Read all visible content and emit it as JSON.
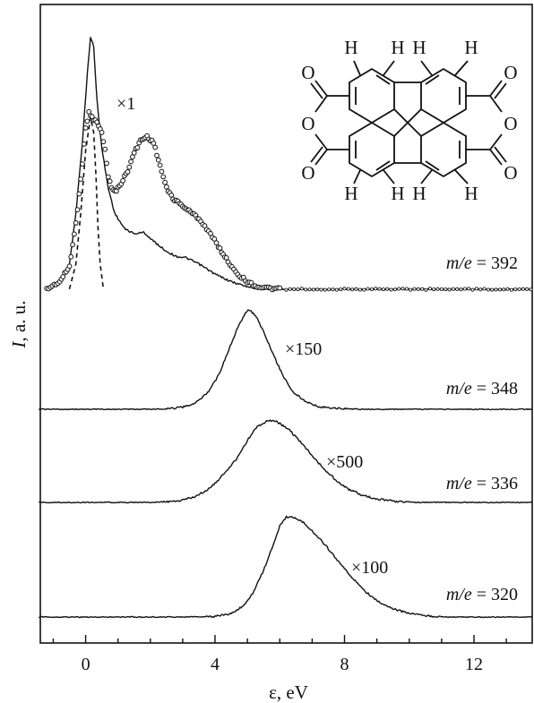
{
  "chart_data": {
    "type": "line",
    "xlabel": "ε, eV",
    "ylabel_var": "I",
    "ylabel_rest": ", a. u.",
    "xlim": [
      -1.4,
      13.8
    ],
    "xticks": [
      0,
      4,
      8,
      12
    ],
    "xtick_labels": [
      "0",
      "4",
      "8",
      "12"
    ],
    "series": [
      {
        "name": "m/e = 392",
        "label_var": "m/e",
        "label_rest": " = 392",
        "multiplier": "×1",
        "style": "solid",
        "points": [
          [
            -1.2,
            0.0
          ],
          [
            -0.8,
            0.03
          ],
          [
            -0.5,
            0.1
          ],
          [
            -0.3,
            0.3
          ],
          [
            -0.1,
            0.58
          ],
          [
            0.05,
            0.85
          ],
          [
            0.15,
            1.0
          ],
          [
            0.25,
            0.96
          ],
          [
            0.35,
            0.75
          ],
          [
            0.5,
            0.56
          ],
          [
            0.7,
            0.4
          ],
          [
            0.9,
            0.3
          ],
          [
            1.2,
            0.24
          ],
          [
            1.5,
            0.22
          ],
          [
            1.8,
            0.225
          ],
          [
            2.1,
            0.19
          ],
          [
            2.5,
            0.15
          ],
          [
            2.8,
            0.13
          ],
          [
            3.1,
            0.125
          ],
          [
            3.5,
            0.1
          ],
          [
            4.0,
            0.06
          ],
          [
            4.5,
            0.03
          ],
          [
            5.0,
            0.01
          ],
          [
            5.5,
            0.0
          ],
          [
            13.8,
            0.0
          ]
        ]
      },
      {
        "name": "m/e = 392 (points)",
        "style": "markers",
        "points": [
          [
            -1.2,
            0.0
          ],
          [
            -0.8,
            0.03
          ],
          [
            -0.5,
            0.09
          ],
          [
            -0.3,
            0.26
          ],
          [
            -0.1,
            0.5
          ],
          [
            0.0,
            0.64
          ],
          [
            0.1,
            0.7
          ],
          [
            0.2,
            0.68
          ],
          [
            0.35,
            0.66
          ],
          [
            0.5,
            0.62
          ],
          [
            0.6,
            0.55
          ],
          [
            0.7,
            0.45
          ],
          [
            0.8,
            0.4
          ],
          [
            0.95,
            0.39
          ],
          [
            1.1,
            0.42
          ],
          [
            1.3,
            0.47
          ],
          [
            1.5,
            0.54
          ],
          [
            1.7,
            0.59
          ],
          [
            1.9,
            0.605
          ],
          [
            2.1,
            0.58
          ],
          [
            2.3,
            0.49
          ],
          [
            2.5,
            0.4
          ],
          [
            2.7,
            0.36
          ],
          [
            2.9,
            0.34
          ],
          [
            3.1,
            0.32
          ],
          [
            3.3,
            0.3
          ],
          [
            3.5,
            0.28
          ],
          [
            3.8,
            0.23
          ],
          [
            4.1,
            0.17
          ],
          [
            4.4,
            0.11
          ],
          [
            4.7,
            0.06
          ],
          [
            5.0,
            0.03
          ],
          [
            5.3,
            0.01
          ],
          [
            5.6,
            0.005
          ],
          [
            6.0,
            0.0
          ],
          [
            13.8,
            0.0
          ]
        ]
      },
      {
        "name": "m/e = 392 (dashed)",
        "style": "dashed",
        "points": [
          [
            -0.5,
            0.0
          ],
          [
            -0.3,
            0.1
          ],
          [
            -0.15,
            0.3
          ],
          [
            0.0,
            0.55
          ],
          [
            0.15,
            0.68
          ],
          [
            0.25,
            0.62
          ],
          [
            0.32,
            0.45
          ],
          [
            0.38,
            0.25
          ],
          [
            0.45,
            0.1
          ],
          [
            0.55,
            0.0
          ]
        ]
      },
      {
        "name": "m/e = 348",
        "label_var": "m/e",
        "label_rest": " = 348",
        "multiplier": "×150",
        "style": "solid",
        "points": [
          [
            -1.45,
            0.0
          ],
          [
            2.0,
            0.0
          ],
          [
            2.5,
            0.004
          ],
          [
            3.0,
            0.02
          ],
          [
            3.4,
            0.06
          ],
          [
            3.8,
            0.17
          ],
          [
            4.1,
            0.32
          ],
          [
            4.4,
            0.55
          ],
          [
            4.7,
            0.78
          ],
          [
            4.9,
            0.9
          ],
          [
            5.05,
            0.95
          ],
          [
            5.25,
            0.9
          ],
          [
            5.5,
            0.74
          ],
          [
            5.8,
            0.52
          ],
          [
            6.1,
            0.32
          ],
          [
            6.4,
            0.17
          ],
          [
            6.8,
            0.07
          ],
          [
            7.2,
            0.025
          ],
          [
            7.6,
            0.01
          ],
          [
            8.5,
            0.0
          ],
          [
            13.8,
            0.0
          ]
        ]
      },
      {
        "name": "m/e = 336",
        "label_var": "m/e",
        "label_rest": " = 336",
        "multiplier": "×500",
        "style": "solid",
        "points": [
          [
            -1.45,
            0.0
          ],
          [
            2.0,
            0.0
          ],
          [
            2.8,
            0.008
          ],
          [
            3.4,
            0.05
          ],
          [
            3.9,
            0.14
          ],
          [
            4.3,
            0.26
          ],
          [
            4.7,
            0.4
          ],
          [
            5.0,
            0.55
          ],
          [
            5.3,
            0.67
          ],
          [
            5.6,
            0.72
          ],
          [
            5.8,
            0.73
          ],
          [
            6.0,
            0.7
          ],
          [
            6.3,
            0.64
          ],
          [
            6.6,
            0.55
          ],
          [
            6.9,
            0.45
          ],
          [
            7.2,
            0.35
          ],
          [
            7.5,
            0.26
          ],
          [
            7.8,
            0.18
          ],
          [
            8.1,
            0.12
          ],
          [
            8.5,
            0.07
          ],
          [
            9.0,
            0.03
          ],
          [
            9.5,
            0.01
          ],
          [
            10.2,
            0.0
          ],
          [
            13.8,
            0.0
          ]
        ]
      },
      {
        "name": "m/e = 320",
        "label_var": "m/e",
        "label_rest": " = 320",
        "multiplier": "×100",
        "style": "solid",
        "points": [
          [
            -1.45,
            0.0
          ],
          [
            3.0,
            0.0
          ],
          [
            4.0,
            0.005
          ],
          [
            4.5,
            0.03
          ],
          [
            4.9,
            0.1
          ],
          [
            5.2,
            0.22
          ],
          [
            5.5,
            0.4
          ],
          [
            5.8,
            0.62
          ],
          [
            6.0,
            0.78
          ],
          [
            6.2,
            0.86
          ],
          [
            6.4,
            0.86
          ],
          [
            6.7,
            0.82
          ],
          [
            7.0,
            0.74
          ],
          [
            7.4,
            0.62
          ],
          [
            7.8,
            0.48
          ],
          [
            8.2,
            0.35
          ],
          [
            8.6,
            0.23
          ],
          [
            9.0,
            0.14
          ],
          [
            9.5,
            0.07
          ],
          [
            10.0,
            0.03
          ],
          [
            10.5,
            0.01
          ],
          [
            11.2,
            0.0
          ],
          [
            13.8,
            0.0
          ]
        ]
      }
    ]
  },
  "molecule": {
    "atoms": [
      "H",
      "H",
      "H",
      "H",
      "H",
      "H",
      "H",
      "H",
      "O",
      "O",
      "O",
      "O",
      "O",
      "O"
    ]
  }
}
